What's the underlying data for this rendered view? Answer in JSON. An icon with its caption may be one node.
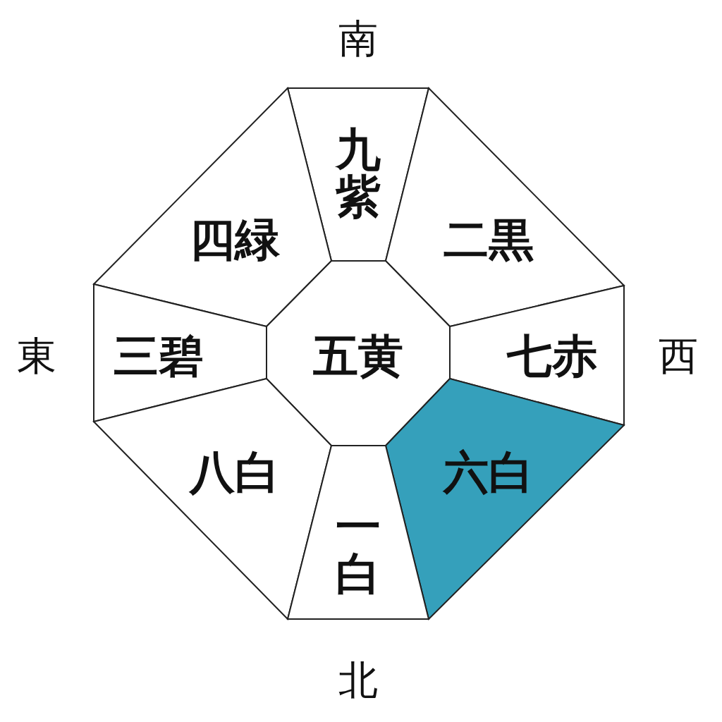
{
  "diagram": {
    "nodes": [
      {
        "text": [
          "九紫"
        ]
      },
      {
        "text": [
          "四緑"
        ]
      },
      {
        "text": [
          "二黒"
        ]
      },
      {
        "text": [
          "三碧"
        ]
      },
      {
        "text": [
          "五黄"
        ]
      },
      {
        "text": [
          "七赤"
        ]
      },
      {
        "text": [
          "八白"
        ]
      },
      {
        "text": [
          "六白"
        ]
      },
      {
        "text": [
          "一白"
        ]
      }
    ],
    "labels": [
      "南",
      "東",
      "西",
      "北"
    ]
  }
}
